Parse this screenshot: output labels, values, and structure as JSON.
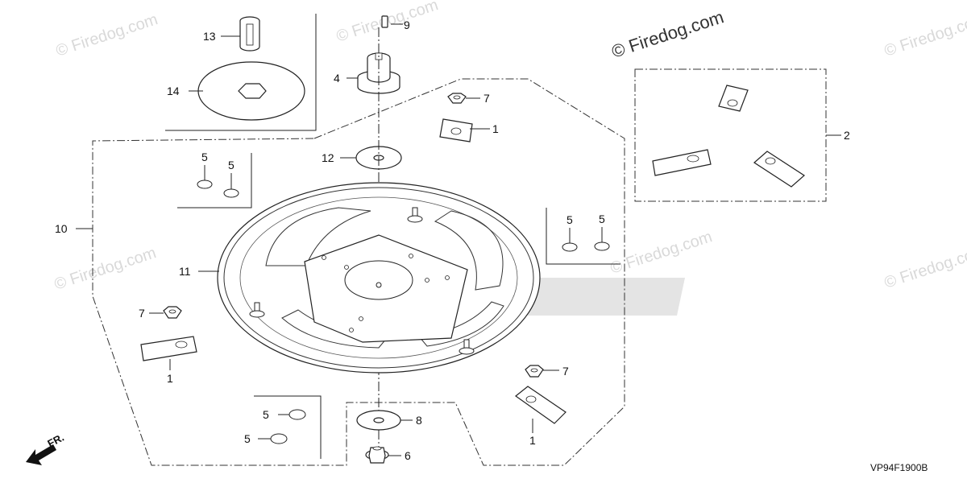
{
  "watermarks": {
    "brand": "© Firedog.com",
    "main": "© Firedog.com"
  },
  "diagram_code": "VP94F1900B",
  "direction_label": "FR.",
  "callouts": {
    "p1a": "1",
    "p1b": "1",
    "p1c": "1",
    "p2": "2",
    "p4": "4",
    "p5a": "5",
    "p5b": "5",
    "p5c": "5",
    "p5d": "5",
    "p5e": "5",
    "p5f": "5",
    "p6": "6",
    "p7a": "7",
    "p7b": "7",
    "p7c": "7",
    "p8": "8",
    "p9": "9",
    "p10": "10",
    "p11": "11",
    "p12": "12",
    "p13": "13",
    "p14": "14"
  }
}
